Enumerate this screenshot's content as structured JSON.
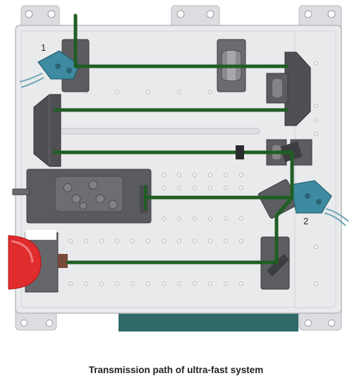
{
  "caption": "Transmission path of ultra-fast system",
  "markers": {
    "one": "1",
    "two": "2"
  },
  "colors": {
    "plate": "#e9eaec",
    "plate_edge": "#b7babd",
    "beam": "#1f5e23",
    "mount": "#58595c",
    "mirror": "#3c3d40",
    "teal_mount": "#3e8aa0",
    "laser_red": "#e02c2c",
    "base_teal": "#2f6a68"
  },
  "icons": [
    "laser-source-icon",
    "mirror-mount-icon",
    "adjustable-mirror-icon",
    "optical-module-box-icon"
  ]
}
